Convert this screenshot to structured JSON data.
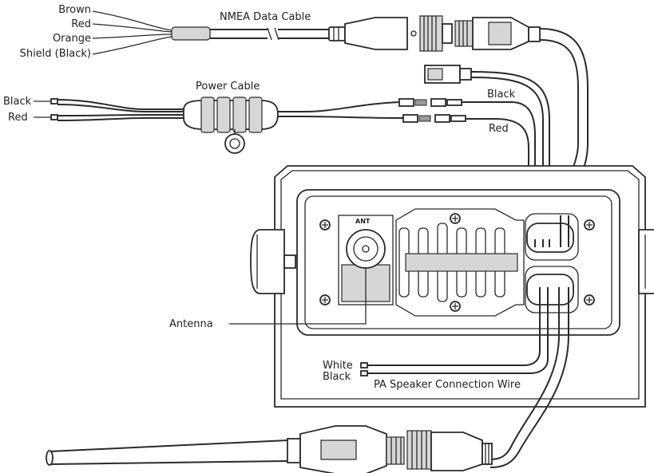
{
  "labels": {
    "nmea_wires": [
      "Brown",
      "Red",
      "Orange",
      "Shield (Black)"
    ],
    "nmea_cable": "NMEA Data Cable",
    "power_cable": "Power Cable",
    "power_left_black": "Black",
    "power_left_red": "Red",
    "power_right_black": "Black",
    "power_right_red": "Red",
    "antenna_connector": "ANT",
    "antenna": "Antenna",
    "pa_white": "White",
    "pa_black": "Black",
    "pa_speaker_wire": "PA Speaker Connection Wire"
  }
}
